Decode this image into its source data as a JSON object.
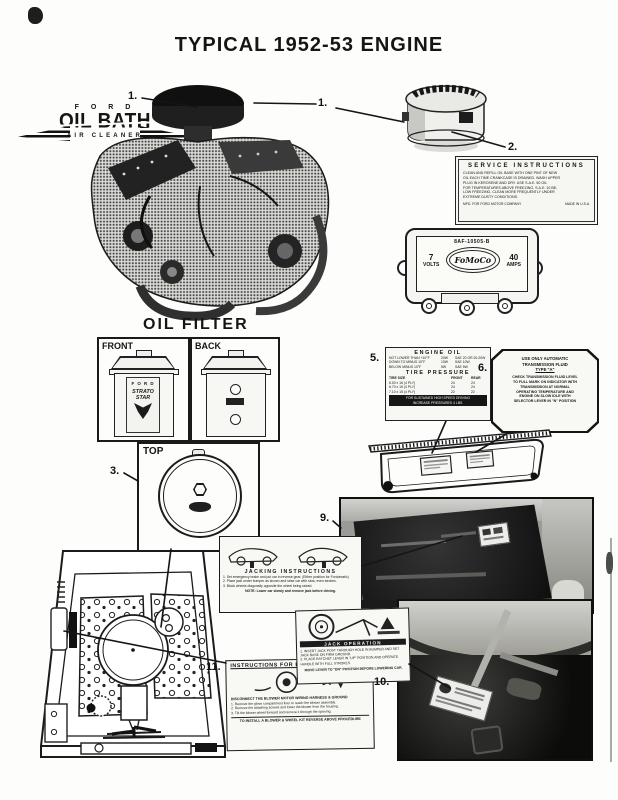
{
  "page": {
    "title": "TYPICAL 1952-53 ENGINE"
  },
  "callouts": {
    "n1a": "1.",
    "n1b": "1.",
    "n2": "2.",
    "n3": "3.",
    "n5": "5.",
    "n6": "6.",
    "n9": "9.",
    "n10": "10.",
    "n11": "11."
  },
  "air_cleaner_logo": {
    "brand": "F O R D",
    "title": "OIL BATH",
    "subtitle": "AIR CLEANER"
  },
  "service_label": {
    "title": "SERVICE INSTRUCTIONS",
    "lines": [
      "CLEAN AND REFILL OIL BASE WITH ONE PINT OF NEW",
      "OIL EACH TIME CRANKCASE IS DRAINED. WASH UPPER",
      "PLUG IN KEROSENE AND DRY. USE S.A.E. 50 OIL",
      "FOR TEMPERATURES ABOVE FREEZING, S.A.E. 10 BE-",
      "LOW FREEZING. CLEAN MORE FREQUENTLY UNDER",
      "EXTREME DUSTY CONDITIONS."
    ],
    "footer_left": "MFD. FOR FORD MOTOR COMPANY",
    "footer_right": "MADE IN U.S.A."
  },
  "regulator": {
    "part_number": "8AF-10505-B",
    "volts_value": "7",
    "volts_label": "VOLTS",
    "brand": "FoMoCo",
    "amps_value": "40",
    "amps_label": "AMPS"
  },
  "oil_filter": {
    "heading": "OIL FILTER",
    "front_label": "FRONT",
    "back_label": "BACK",
    "top_label": "TOP",
    "decal_brand": "F O R D",
    "decal_line1": "STRATO",
    "decal_line2": "STAR"
  },
  "oil_chart": {
    "title": "ENGINE OIL",
    "rows": [
      {
        "c0": "NOT LOWER THAN +10°F",
        "c1": "20W",
        "c2": "SAE 20 OR 20-20W"
      },
      {
        "c0": "DOWN TO MINUS 10°F",
        "c1": "10W",
        "c2": "SAE 10W"
      },
      {
        "c0": "BELOW MINUS 10°F",
        "c1": "5W",
        "c2": "SAE 5W"
      }
    ],
    "tire_title": "TIRE PRESSURE",
    "tire_head": {
      "c0": "TIRE SIZE",
      "c1": "FRONT",
      "c2": "REAR"
    },
    "tire_rows": [
      {
        "c0": "6.00 x 16 (4 PLY)",
        "c1": "24",
        "c2": "24"
      },
      {
        "c0": "6.70 x 15 (4 PLY)",
        "c1": "24",
        "c2": "24"
      },
      {
        "c0": "7.10 x 15 (4 PLY)",
        "c1": "22",
        "c2": "22"
      }
    ],
    "footer_line1": "FOR SUSTAINED HIGH SPEED DRIVING",
    "footer_line2": "INCREASE PRESSURES 4 LBS."
  },
  "trans_note": {
    "head1": "USE ONLY AUTOMATIC",
    "head2": "TRANSMISSION FLUID",
    "head3": "TYPE \"A\"",
    "body": [
      "CHECK TRANSMISSION FLUID LEVEL",
      "TO FULL MARK ON INDICATOR WITH",
      "TRANSMISSION AT NORMAL",
      "OPERATING TEMPERATURE AND",
      "ENGINE ON SLOW IDLE WITH",
      "SELECTOR LEVER IN \"N\" POSITION"
    ]
  },
  "jacking_label": {
    "title": "JACKING INSTRUCTIONS",
    "items": [
      "1.  Set emergency brake and put car in reverse gear. (Either position for Fordomatic)",
      "2.  Place jack under bumper as shown and raise car with slow, even strokes.",
      "3.  Block wheels diagonally opposite the wheel being raised."
    ],
    "note": "NOTE: Lower car slowly and remove jack before driving."
  },
  "jack_label": {
    "title": "JACK OPERATION",
    "items": [
      "1.  INSERT JACK POST THROUGH HOLE IN BUMPER AND SET JACK BASE ON FIRM GROUND.",
      "2.  PLACE RATCHET LEVER IN \"UP\" POSITION AND OPERATE HANDLE WITH FULL STROKES."
    ],
    "note": "MOVE LEVER TO \"DN\" POSITION BEFORE LOWERING CAR."
  },
  "blower_label": {
    "title": "INSTRUCTIONS FOR REMOVING BLOWER",
    "lead": "DISCONNECT THE BLOWER MOTOR WIRING HARNESS & GROUND",
    "items": [
      "1.  Remove the glove compartment liner to reach the blower assembly.",
      "2.  Remove the attaching screws and lower the blower from the housing.",
      "3.  Tilt the blower wheel forward and remove it through the opening."
    ],
    "note": "TO INSTALL A BLOWER & WHEEL KIT REVERSE ABOVE PROCEDURE"
  }
}
